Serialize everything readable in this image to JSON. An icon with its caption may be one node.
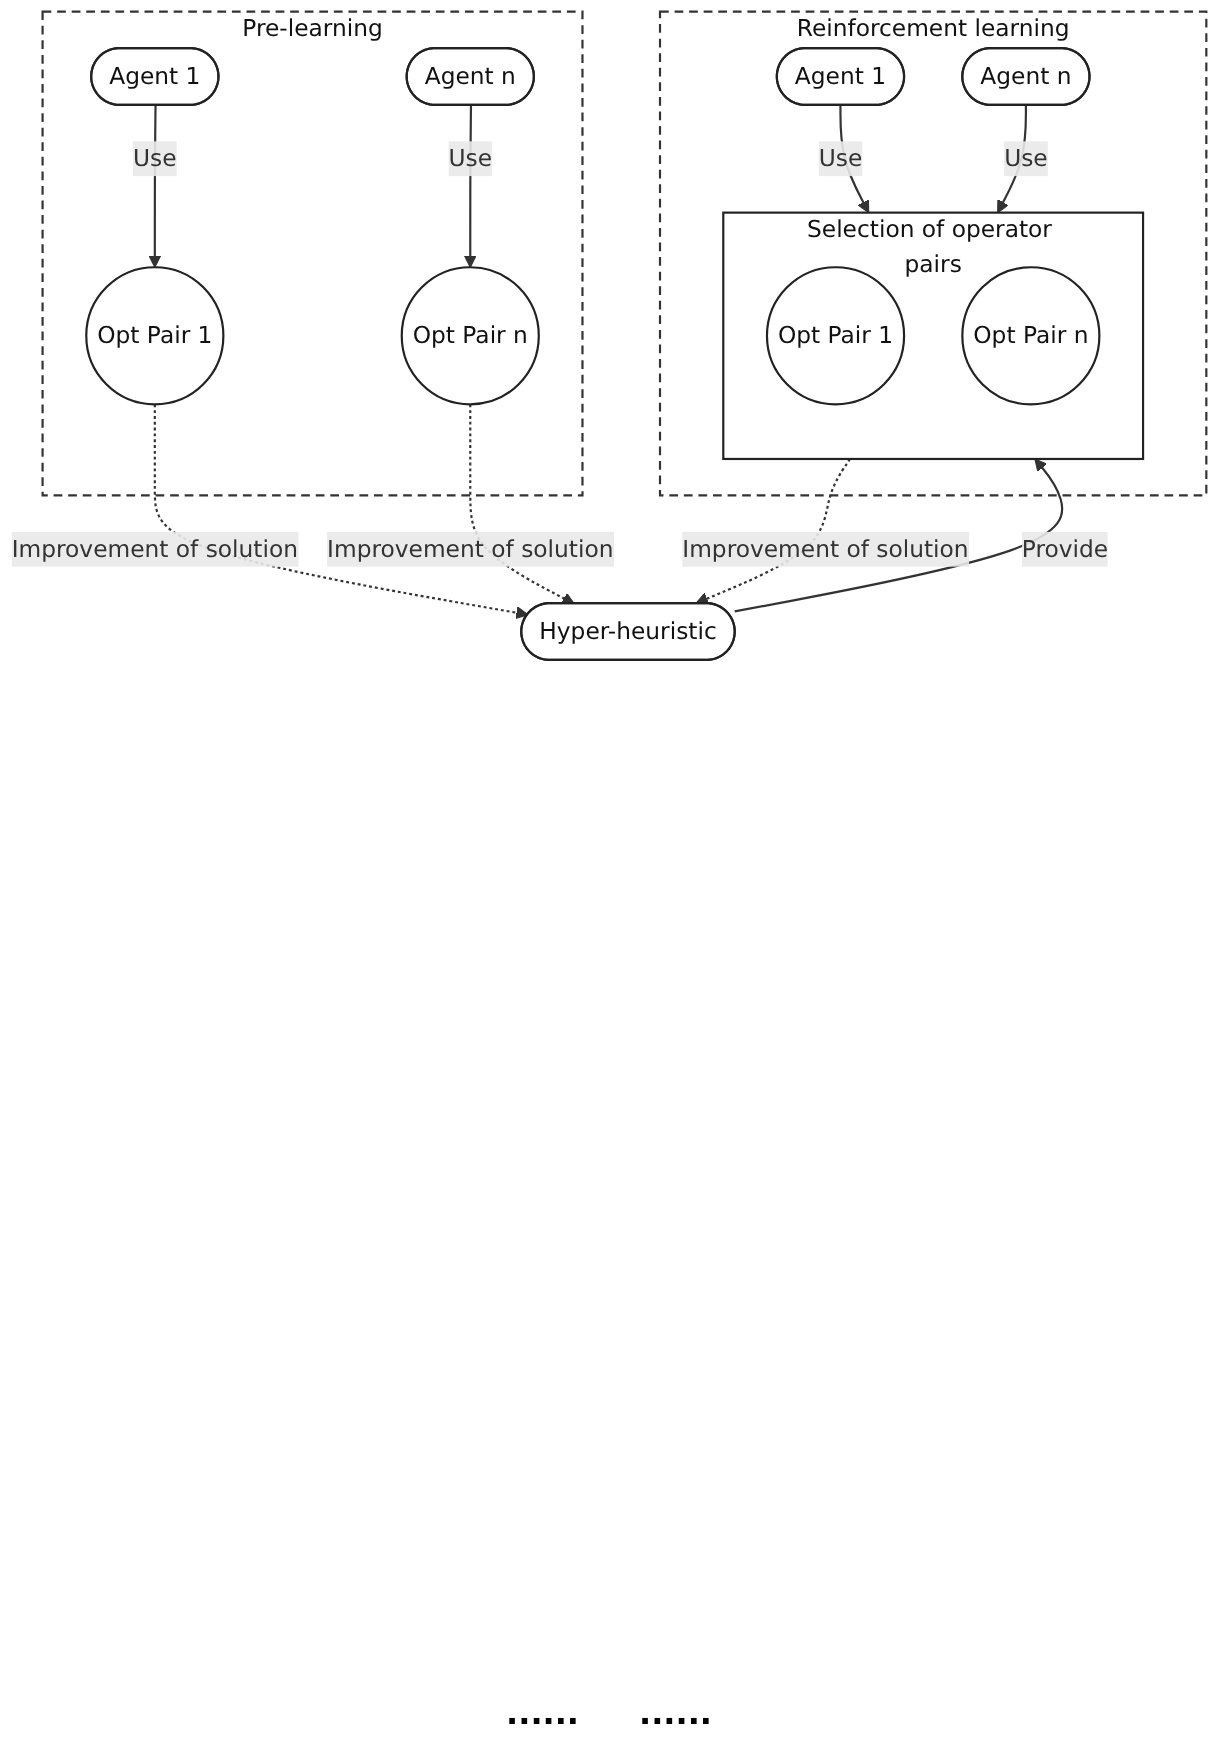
{
  "diagram": {
    "nodes": [
      {
        "text": [
          "Pre-learning"
        ]
      },
      {
        "text": [
          "Agent 1"
        ],
        "in": 0
      },
      {
        "text": [
          "Agent n"
        ],
        "in": 0
      },
      {
        "text": [
          "Opt Pair 1"
        ],
        "in": 0
      },
      {
        "text": [
          "Opt Pair n"
        ],
        "in": 0
      },
      {
        "text": [
          "Hyper-heuristic"
        ]
      },
      {
        "text": [
          "Reinforcement learning"
        ]
      },
      {
        "text": [
          "Agent 1"
        ],
        "in": 6
      },
      {
        "text": [
          "Agent n"
        ],
        "in": 6
      },
      {
        "text": [
          "Selection of operator pairs"
        ],
        "in": 6
      },
      {
        "text": [
          "Opt Pair 1"
        ],
        "in": 9
      },
      {
        "text": [
          "Opt Pair n"
        ],
        "in": 9
      }
    ],
    "edges": [
      {
        "from": 1,
        "to": 3,
        "arrow": "to",
        "label": "Use"
      },
      {
        "from": 2,
        "to": 4,
        "arrow": "to",
        "label": "Use"
      },
      {
        "from": 3,
        "to": 5,
        "arrow": "to",
        "label": "Improvement of solution",
        "style": "dashed"
      },
      {
        "from": 4,
        "to": 5,
        "arrow": "to",
        "label": "Improvement of solution",
        "style": "dashed"
      },
      {
        "from": 5,
        "to": 9,
        "arrow": "to",
        "label": "Provide"
      },
      {
        "from": 9,
        "to": 5,
        "arrow": "to",
        "label": "Improvement of solution",
        "style": "dashed"
      },
      {
        "from": 7,
        "to": 9,
        "arrow": "to",
        "label": "Use"
      },
      {
        "from": 8,
        "to": 9,
        "arrow": "to",
        "label": "Use"
      }
    ],
    "labels": [
      "......",
      "......"
    ]
  }
}
